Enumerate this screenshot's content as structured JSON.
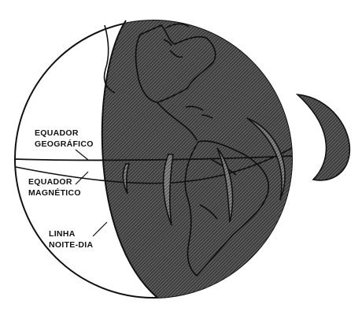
{
  "diagram": {
    "labels": {
      "geographic_equator_line1": "EQUADOR",
      "geographic_equator_line2": "GEOGRÁFICO",
      "magnetic_equator_line1": "EQUADOR",
      "magnetic_equator_line2": "MAGNÉTICO",
      "terminator_line1": "LINHA",
      "terminator_line2": "NOITE-DIA"
    },
    "colors": {
      "night_side": "#4a4a4a",
      "hatch": "#1a1a1a",
      "outline": "#111111",
      "background": "#ffffff"
    }
  }
}
